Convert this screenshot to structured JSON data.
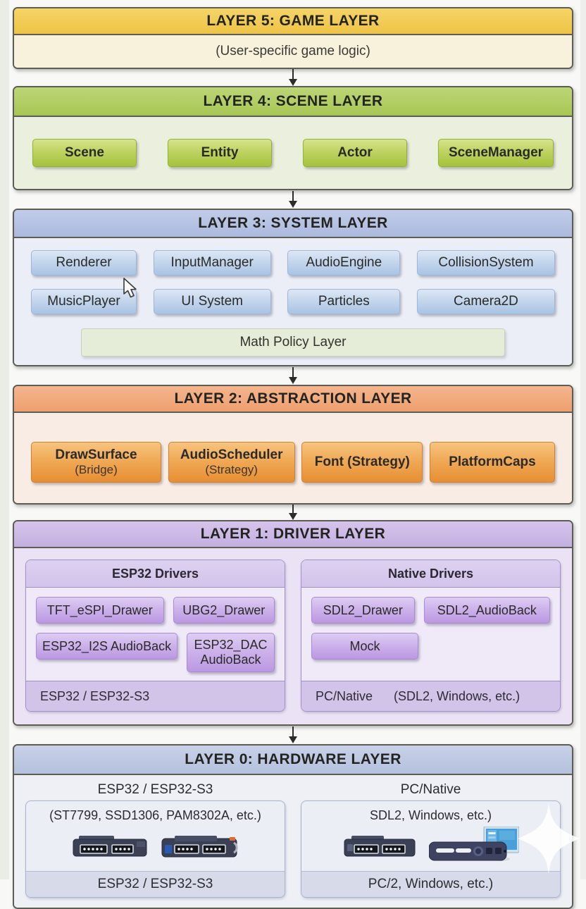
{
  "colors": {
    "layer5_accent": "#f1ca52",
    "layer5_body": "#f8f1dc",
    "layer4_accent": "#b0cd62",
    "layer4_body": "#eaf0dd",
    "layer3_accent": "#b4c1e2",
    "layer3_body": "#eceef7",
    "layer2_accent": "#f1a87c",
    "layer2_body": "#f9ece4",
    "layer1_accent": "#cbb8e5",
    "layer1_body": "#ebe3f5",
    "layer0_accent": "#bcc7e1",
    "layer0_body": "#eef0f6",
    "border": "#5d5d55"
  },
  "layer5": {
    "title": "LAYER 5: GAME LAYER",
    "body": "(User-specific game logic)"
  },
  "layer4": {
    "title": "LAYER 4: SCENE LAYER",
    "items": [
      "Scene",
      "Entity",
      "Actor",
      "SceneManager"
    ]
  },
  "layer3": {
    "title": "LAYER 3: SYSTEM LAYER",
    "row1": [
      "Renderer",
      "InputManager",
      "AudioEngine",
      "CollisionSystem"
    ],
    "row2": [
      "MusicPlayer",
      "UI System",
      "Particles",
      "Camera2D"
    ],
    "policy": "Math Policy Layer"
  },
  "layer2": {
    "title": "LAYER 2: ABSTRACTION LAYER",
    "items": [
      {
        "line1": "DrawSurface",
        "line2": "(Bridge)"
      },
      {
        "line1": "AudioScheduler",
        "line2": "(Strategy)"
      },
      {
        "line1": "Font (Strategy)",
        "line2": ""
      },
      {
        "line1": "PlatformCaps",
        "line2": ""
      }
    ]
  },
  "layer1": {
    "title": "LAYER 1: DRIVER LAYER",
    "groups": [
      {
        "title": "ESP32 Drivers",
        "row1": [
          "TFT_eSPI_Drawer",
          "UBG2_Drawer"
        ],
        "row2": [
          {
            "line1": "ESP32_I2S AudioBack",
            "line2": ""
          },
          {
            "line1": "ESP32_DAC",
            "line2": "AudioBack"
          }
        ],
        "footer_left": "ESP32 / ESP32-S3",
        "footer_right": ""
      },
      {
        "title": "Native Drivers",
        "row1": [
          "SDL2_Drawer",
          "SDL2_AudioBack"
        ],
        "row2": [
          {
            "line1": "Mock",
            "line2": ""
          }
        ],
        "footer_left": "PC/Native",
        "footer_right": "(SDL2, Windows, etc.)"
      }
    ]
  },
  "layer0": {
    "title": "LAYER 0: HARDWARE LAYER",
    "columns": [
      {
        "label": "ESP32 / ESP32-S3",
        "caption": "(ST7799, SSD1306, PAM8302A, etc.)",
        "footer": "ESP32 / ESP32-S3"
      },
      {
        "label": "PC/Native",
        "caption": "SDL2, Windows, etc.)",
        "footer": "PC/2, Windows, etc.)"
      }
    ]
  }
}
